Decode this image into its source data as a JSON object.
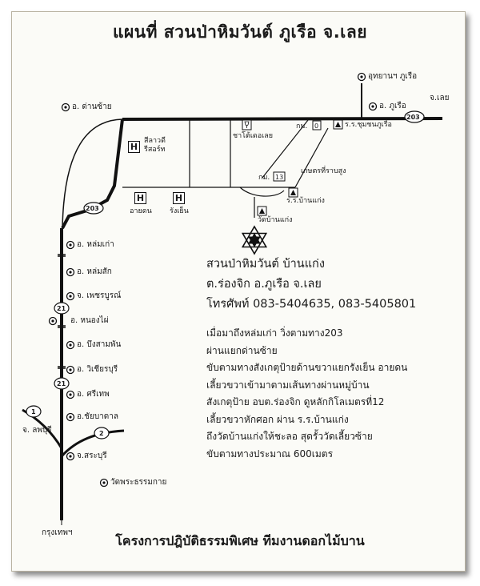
{
  "title": "แผนที่ สวนป่าหิมวันต์ ภูเรือ จ.เลย",
  "places": {
    "udyan": "อุทยานฯ ภูเรือ",
    "dan_sai": "อ. ด่านซ้าย",
    "phu_ruea": "อ. ภูเรือ",
    "loei": "จ.เลย",
    "lom_kao": "อ. หล่มเก่า",
    "lom_sak": "อ. หล่มสัก",
    "phetchabun": "จ. เพชรบูรณ์",
    "nong_phai": "อ. หนองไผ่",
    "bueng_sam_phan": "อ. บึงสามพัน",
    "wichian_buri": "อ. วิเชียรบุรี",
    "si_thep": "อ. ศรีเทพ",
    "chai_badan": "อ.ชัยบาดาล",
    "lopburi": "จ. ลพบุรี",
    "saraburi": "จ.สระบุรี",
    "wat_phra": "วัดพระธรรมกาย",
    "bangkok": "กรุงเทพฯ"
  },
  "pois": {
    "resort": "สีลาวดี\nรีสอร์ท",
    "ayadon": "อายดน",
    "rang_yen": "รังเย็น",
    "chateau": "ชาโต้เดอเลย",
    "km0": "กม.",
    "km13": "กม.",
    "rr_chumchon": "ร.ร.ชุมชนภูเรือ",
    "kaset": "เกษตรที่ราบสูง",
    "rr_ban_kaeng": "ร.ร.บ้านแก่ง",
    "wat_ban_kaeng": "วัดบ้านแก่ง"
  },
  "km_values": {
    "first": "0",
    "second": "13"
  },
  "routes": {
    "r203a": "203",
    "r203b": "203",
    "r21a": "21",
    "r21b": "21",
    "r1": "1",
    "r2": "2"
  },
  "info": {
    "name": "สวนป่าหิมวันต์ บ้านแก่ง",
    "address": "ต.ร่องจิก อ.ภูเรือ จ.เลย",
    "phone": "โทรศัพท์ 083-5404635, 083-5405801"
  },
  "directions": [
    "เมื่อมาถึงหล่มเก่า วิ่งตามทาง203",
    "ผ่านแยกด่านซ้าย",
    "ขับตามทางสังเกตุป้ายด้านขวาแยกรังเย็น อายดน",
    "เลี้ยวขวาเข้ามาตามเส้นทางผ่านหมู่บ้าน",
    "สังเกตุป้าย อบต.ร่องจิก ดูหลักกิโลเมตรที่12",
    "เลี้ยวขวาหักศอก ผ่าน ร.ร.บ้านแก่ง",
    "ถึงวัดบ้านแก่งให้ชะลอ สุดรั้ววัดเลี้ยวซ้าย",
    "ขับตามทางประมาณ 600เมตร"
  ],
  "footer": "โครงการปฎิบัติธรรมพิเศษ ทีมงานดอกไม้บาน",
  "icons": {
    "hotel": "H",
    "school": "school-triangle-icon",
    "destination": "star-of-david-icon",
    "town": "circled-dot-icon"
  }
}
